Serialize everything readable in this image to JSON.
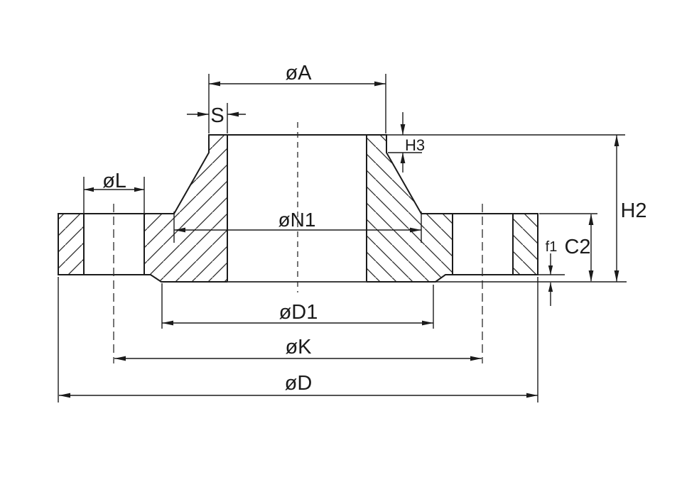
{
  "drawing": {
    "description": "Technical drawing: cross-section of a weld-neck flange with dimension callouts",
    "colors": {
      "background": "#ffffff",
      "line": "#1b1b1b",
      "hatch": "#2a2a2a"
    },
    "labels": {
      "neck_outer_diameter": "øA",
      "wall_thickness": "S",
      "neck_step_height": "H3",
      "bolt_hole_diameter": "øL",
      "hub_base_diameter": "øN1",
      "raised_face_height": "f1",
      "flange_thickness": "C2",
      "overall_height": "H2",
      "raised_face_diameter": "øD1",
      "bolt_circle_diameter": "øK",
      "outer_diameter": "øD"
    }
  }
}
